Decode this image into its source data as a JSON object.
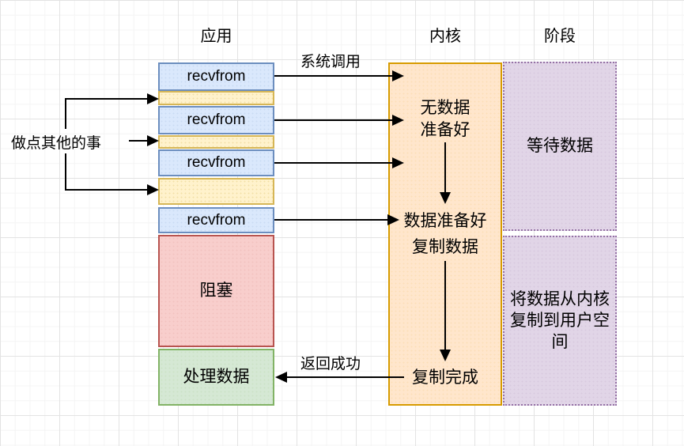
{
  "headers": {
    "app": "应用",
    "kernel": "内核",
    "phase": "阶段"
  },
  "app_column": {
    "recvfrom_labels": [
      "recvfrom",
      "recvfrom",
      "recvfrom",
      "recvfrom"
    ],
    "blocking": "阻塞",
    "process_data": "处理数据"
  },
  "kernel_column": {
    "no_data_ready": "无数据\n准备好",
    "data_ready": "数据准备好",
    "copy_data": "复制数据",
    "copy_done": "复制完成"
  },
  "phase_column": {
    "wait_data": "等待数据",
    "copy_to_user": "将数据从内核复制到用户空间"
  },
  "edge_labels": {
    "do_something_else": "做点其他的事",
    "syscall": "系统调用",
    "return_success": "返回成功"
  },
  "colors": {
    "blue_fill": "#dae8fc",
    "blue_stroke": "#6c8ebf",
    "yellow_fill": "#fff2cc",
    "yellow_stroke": "#d6b656",
    "orange_fill": "#ffe6cc",
    "orange_stroke": "#d79b00",
    "purple_fill": "#e1d5e7",
    "purple_stroke": "#9673a6",
    "red_fill": "#f8cecc",
    "red_stroke": "#b85450",
    "green_fill": "#d5e8d4",
    "green_stroke": "#82b366",
    "line": "#000000"
  }
}
